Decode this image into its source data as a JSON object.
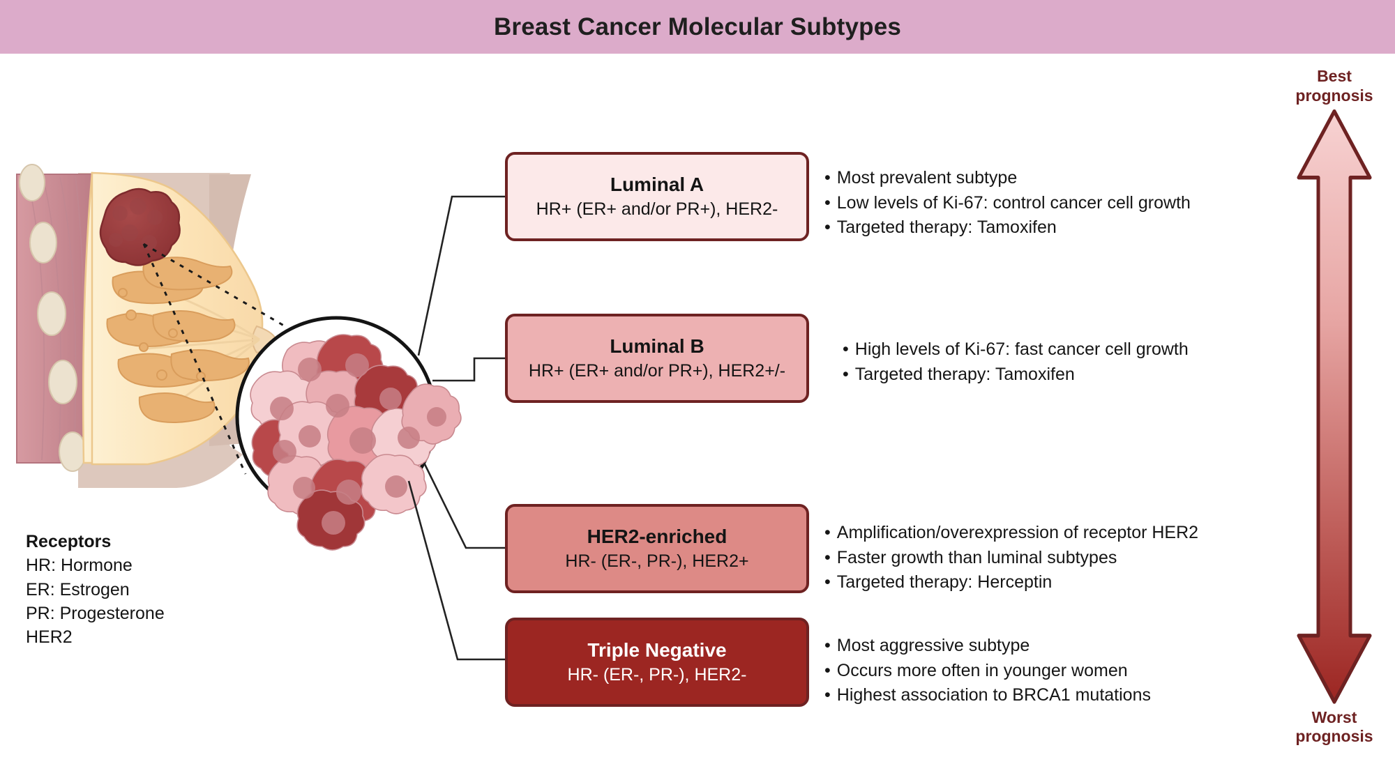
{
  "header": {
    "title": "Breast Cancer Molecular Subtypes",
    "bar_color": "#dcabca"
  },
  "subtypes": [
    {
      "id": "luminal-a",
      "title": "Luminal A",
      "receptors": "HR+ (ER+ and/or PR+), HER2-",
      "fill_color": "#fce9e9",
      "border_color": "#6e2222",
      "text_color": "#141414",
      "bullets": [
        "Most prevalent subtype",
        "Low levels of Ki-67: control cancer cell growth",
        "Targeted therapy: Tamoxifen"
      ]
    },
    {
      "id": "luminal-b",
      "title": "Luminal B",
      "receptors": "HR+ (ER+ and/or PR+), HER2+/-",
      "fill_color": "#edb1b2",
      "border_color": "#6e2222",
      "text_color": "#141414",
      "bullets": [
        "High levels of Ki-67: fast cancer cell growth",
        "Targeted therapy: Tamoxifen"
      ]
    },
    {
      "id": "her2-enriched",
      "title": "HER2-enriched",
      "receptors": "HR- (ER-, PR-), HER2+",
      "fill_color": "#dd8a86",
      "border_color": "#6e2222",
      "text_color": "#141414",
      "bullets": [
        "Amplification/overexpression of receptor HER2",
        "Faster growth than luminal subtypes",
        "Targeted therapy: Herceptin"
      ]
    },
    {
      "id": "triple-negative",
      "title": "Triple Negative",
      "receptors": "HR- (ER-, PR-), HER2-",
      "fill_color": "#9c2622",
      "border_color": "#6e2222",
      "text_color": "#ffffff",
      "bullets": [
        "Most aggressive subtype",
        "Occurs more often in younger women",
        "Highest association to BRCA1 mutations"
      ]
    }
  ],
  "legend": {
    "title": "Receptors",
    "entries": [
      "HR: Hormone",
      "ER: Estrogen",
      "PR: Progesterone",
      "HER2"
    ]
  },
  "prognosis_scale": {
    "top_label_line1": "Best",
    "top_label_line2": "prognosis",
    "bottom_label_line1": "Worst",
    "bottom_label_line2": "prognosis",
    "label_color": "#6e2222",
    "gradient_top_color": "#f7d2d2",
    "gradient_bottom_color": "#9c2622",
    "outline_color": "#6e2222"
  },
  "illustration": {
    "breast_cross_section": {
      "name": "breast-cross-section",
      "muscle_color": "#c98b93",
      "rib_color": "#ece2cf",
      "fat_color": "#fce6bf",
      "lobule_color": "#e8b172",
      "skin_color": "#ddc8bd",
      "tumor_color": "#9c3f40"
    },
    "cell_cluster": {
      "name": "cancer-cell-cluster",
      "circle_outline_color": "#1a1a1a",
      "cell_colors": [
        "#f3c5c7",
        "#eab0b4",
        "#e59ca2",
        "#d98086",
        "#b8484a",
        "#a03638"
      ],
      "nucleus_colors": [
        "#d89a9f",
        "#c77f85",
        "#8f2f31"
      ]
    },
    "magnifier_line_style": "dotted"
  }
}
